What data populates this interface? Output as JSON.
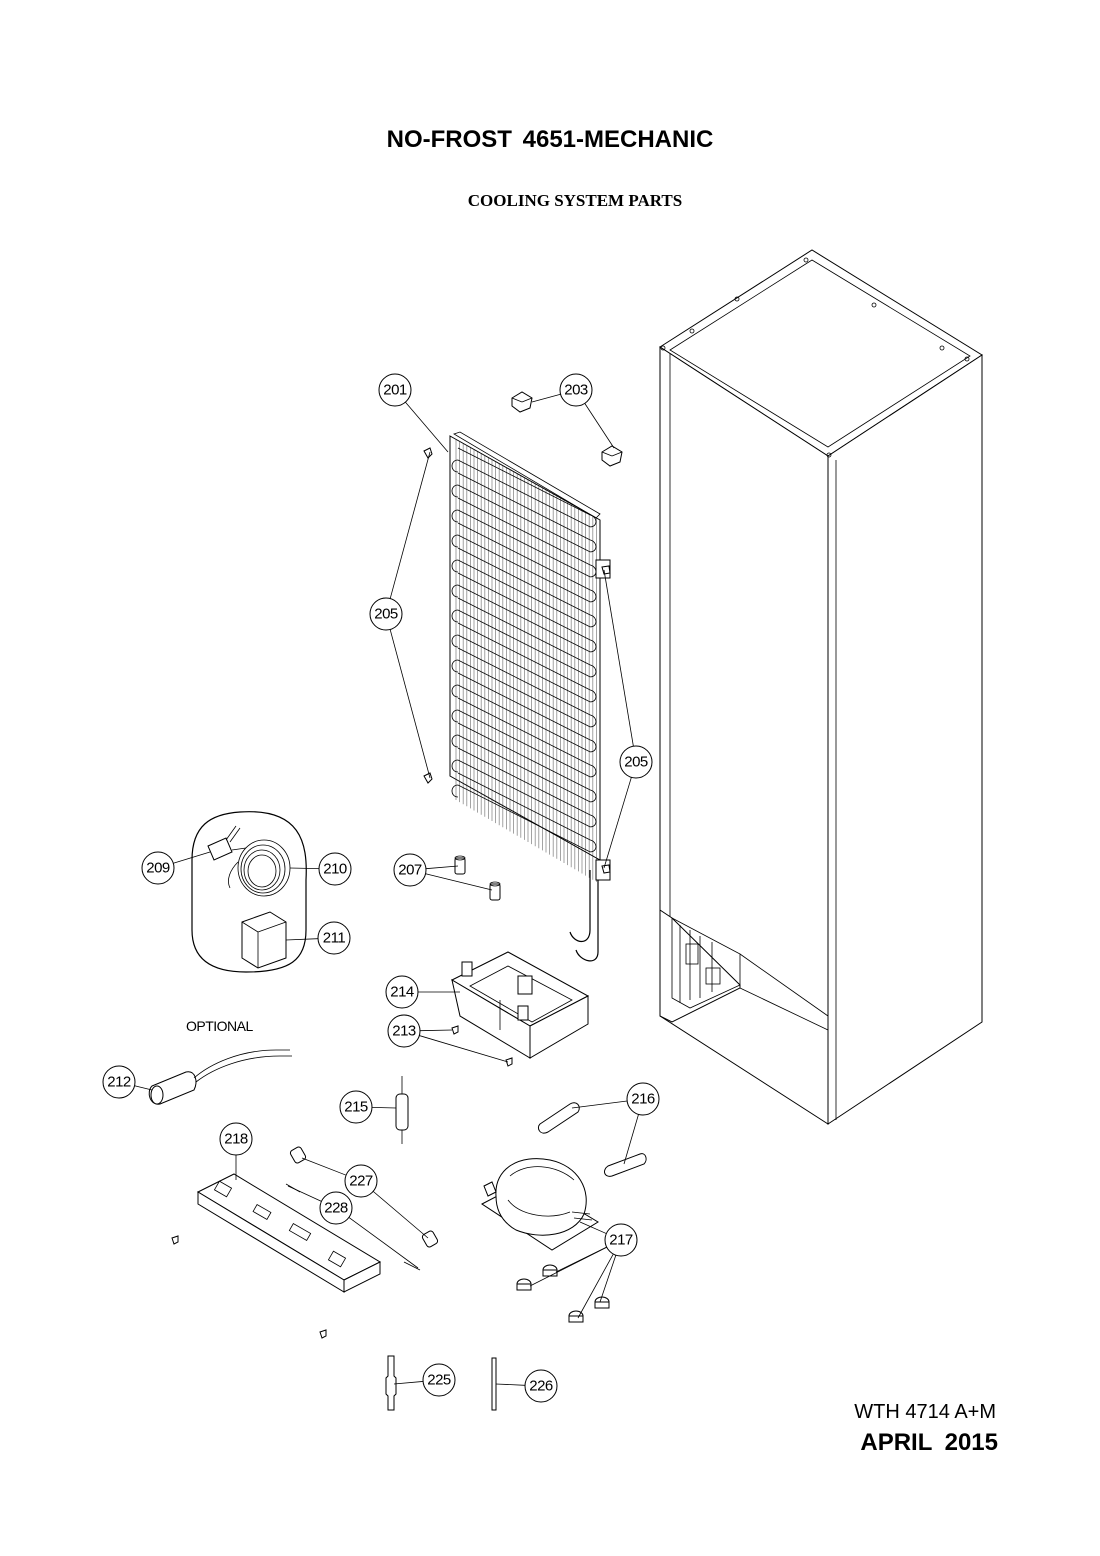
{
  "title": "NO-FROST 4651-MECHANIC",
  "subtitle": "COOLING SYSTEM PARTS",
  "optional_label": "OPTIONAL",
  "doc_ref": "WTH 4714 A+M",
  "doc_date": "APRIL 2015",
  "callouts": [
    {
      "id": "201",
      "label": "201"
    },
    {
      "id": "203",
      "label": "203"
    },
    {
      "id": "205a",
      "label": "205"
    },
    {
      "id": "205b",
      "label": "205"
    },
    {
      "id": "207",
      "label": "207"
    },
    {
      "id": "209",
      "label": "209"
    },
    {
      "id": "210",
      "label": "210"
    },
    {
      "id": "211",
      "label": "211"
    },
    {
      "id": "212",
      "label": "212"
    },
    {
      "id": "213",
      "label": "213"
    },
    {
      "id": "214",
      "label": "214"
    },
    {
      "id": "215",
      "label": "215"
    },
    {
      "id": "216",
      "label": "216"
    },
    {
      "id": "217",
      "label": "217"
    },
    {
      "id": "218",
      "label": "218"
    },
    {
      "id": "225",
      "label": "225"
    },
    {
      "id": "226",
      "label": "226"
    },
    {
      "id": "227",
      "label": "227"
    },
    {
      "id": "228",
      "label": "228"
    }
  ]
}
